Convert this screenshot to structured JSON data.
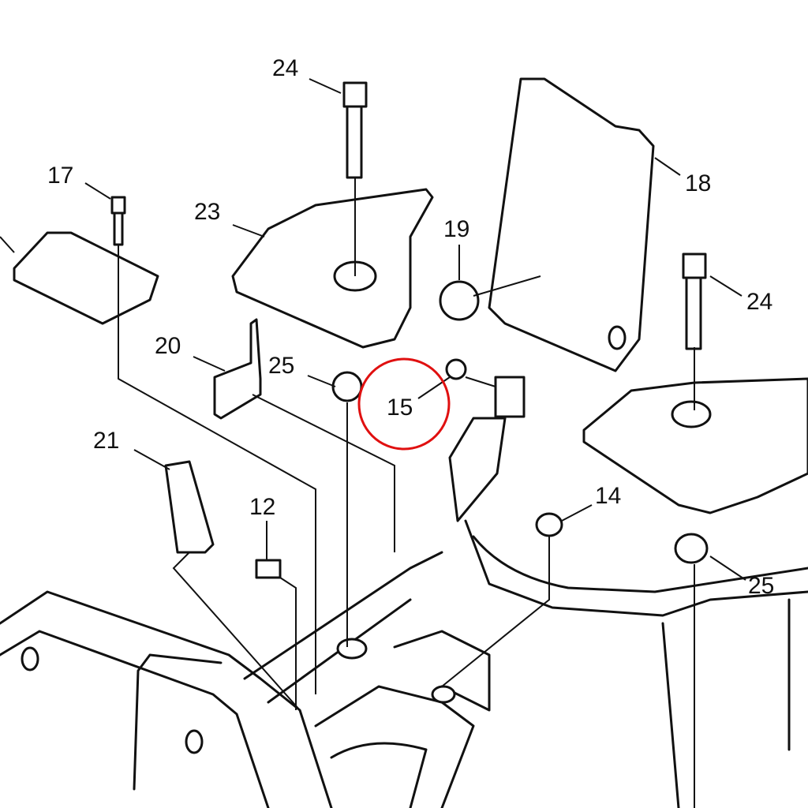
{
  "diagram": {
    "type": "exploded-parts-view",
    "highlight_color": "#e01010",
    "labels": {
      "p24_top": "24",
      "p17": "17",
      "p23": "23",
      "p18": "18",
      "p19": "19",
      "p24_right": "24",
      "p20": "20",
      "p25_left": "25",
      "p15": "15",
      "p21": "21",
      "p12": "12",
      "p14": "14",
      "p25_right": "25"
    },
    "highlighted_part": "15"
  }
}
